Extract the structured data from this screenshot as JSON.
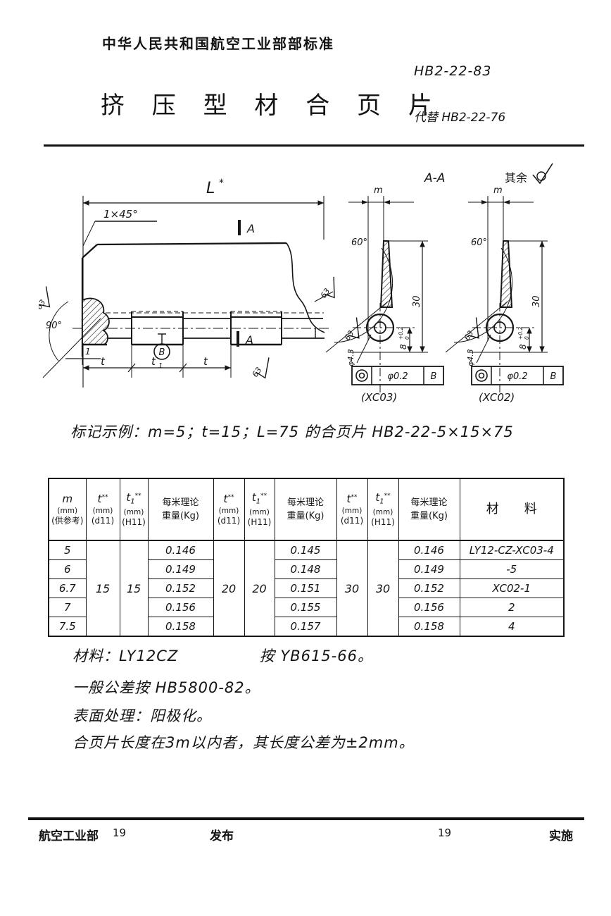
{
  "header": {
    "org_standard": "中华人民共和国航空工业部部标准",
    "standard_no": "HB2-22-83",
    "title": "挤 压 型 材 合 页 片",
    "replaces": "代替 HB2-22-76"
  },
  "drawing": {
    "len_sym": "L",
    "len_star": "*",
    "chamfer": "1×45°",
    "mark_a": "A",
    "section_aa": "A-A",
    "others": "其余",
    "angle90": "90°",
    "angle60": "60°",
    "m": "m",
    "h30": "30",
    "dim1": "1",
    "t": "t",
    "t1_base": "t",
    "t1_sub": "1",
    "datum_b": "B",
    "rough63": "63",
    "hole8": {
      "base": "8",
      "sup": "+0.2",
      "sub": "0"
    },
    "dia43": "φ4.3",
    "tol": {
      "value": "φ0.2",
      "datum": "B"
    },
    "xc03": "(XC03)",
    "xc02": "(XC02)"
  },
  "example": "标记示例：m=5；t=15；L=75 的合页片 HB2-22-5×15×75",
  "table": {
    "col_m": {
      "sym": "m",
      "unit": "(mm)",
      "note": "(供参考)"
    },
    "col_t": {
      "sym": "t",
      "star": "**",
      "unit": "(mm)",
      "fit": "(d11)"
    },
    "col_t1": {
      "sym": "t",
      "sub": "1",
      "star": "**",
      "unit": "(mm)",
      "fit": "(H11)"
    },
    "col_w": {
      "l1": "每米理论",
      "l2": "重量(Kg)"
    },
    "col_material": "材　　料",
    "t_vals": [
      "15",
      "15",
      "20",
      "20",
      "30",
      "30"
    ],
    "rows": [
      {
        "m": "5",
        "w1": "0.146",
        "w2": "0.145",
        "w3": "0.146",
        "mat": "LY12-CZ-XC03-4"
      },
      {
        "m": "6",
        "w1": "0.149",
        "w2": "0.148",
        "w3": "0.149",
        "mat": "-5"
      },
      {
        "m": "6.7",
        "w1": "0.152",
        "w2": "0.151",
        "w3": "0.152",
        "mat": "XC02-1"
      },
      {
        "m": "7",
        "w1": "0.156",
        "w2": "0.155",
        "w3": "0.156",
        "mat": "2"
      },
      {
        "m": "7.5",
        "w1": "0.158",
        "w2": "0.157",
        "w3": "0.158",
        "mat": "4"
      }
    ]
  },
  "notes": {
    "n1a": "材料：LY12CZ",
    "n1b": "按 YB615-66。",
    "n2": "一般公差按 HB5800-82。",
    "n3": "表面处理：阳极化。",
    "n4": "合页片长度在3m以内者，其长度公差为±2mm。"
  },
  "footer": {
    "dept": "航空工业部",
    "year_left": "19",
    "publish": "发布",
    "year_right": "19",
    "implement": "实施"
  }
}
